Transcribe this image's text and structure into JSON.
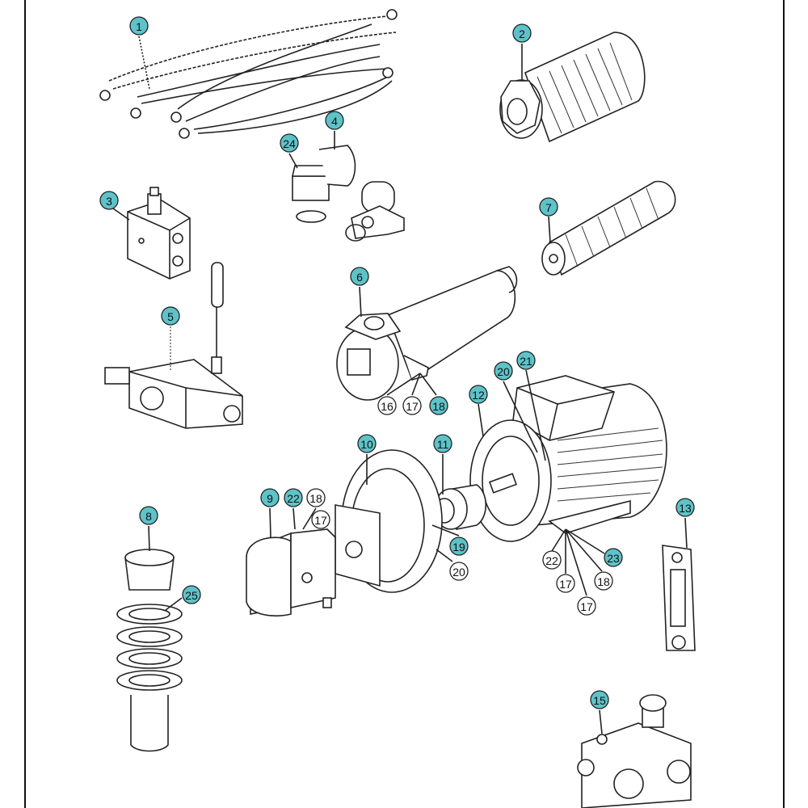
{
  "colors": {
    "callout_teal": "#5ec3c9",
    "callout_white": "#ffffff",
    "line": "#222222"
  },
  "callouts": [
    {
      "label": "1",
      "style": "teal",
      "part": "hose-set"
    },
    {
      "label": "2",
      "style": "teal",
      "part": "filter-element-large"
    },
    {
      "label": "24",
      "style": "teal",
      "part": "solenoid-connector"
    },
    {
      "label": "4",
      "style": "teal",
      "part": "solenoid-coil"
    },
    {
      "label": "3",
      "style": "teal",
      "part": "valve-block"
    },
    {
      "label": "7",
      "style": "teal",
      "part": "filter-element-small"
    },
    {
      "label": "6",
      "style": "teal",
      "part": "filter-housing"
    },
    {
      "label": "5",
      "style": "teal",
      "part": "directional-valve"
    },
    {
      "label": "16",
      "style": "white",
      "part": "screw"
    },
    {
      "label": "17",
      "style": "white",
      "part": "washer"
    },
    {
      "label": "18",
      "style": "teal",
      "part": "nut"
    },
    {
      "label": "20",
      "style": "teal",
      "part": "screw"
    },
    {
      "label": "21",
      "style": "teal",
      "part": "washer"
    },
    {
      "label": "12",
      "style": "teal",
      "part": "electric-motor"
    },
    {
      "label": "10",
      "style": "teal",
      "part": "bell-housing"
    },
    {
      "label": "11",
      "style": "teal",
      "part": "coupling"
    },
    {
      "label": "9",
      "style": "teal",
      "part": "gear-pump"
    },
    {
      "label": "22",
      "style": "teal",
      "part": "screw"
    },
    {
      "label": "18",
      "style": "white",
      "part": "nut"
    },
    {
      "label": "17",
      "style": "white",
      "part": "washer"
    },
    {
      "label": "19",
      "style": "teal",
      "part": "screw"
    },
    {
      "label": "20",
      "style": "white",
      "part": "screw"
    },
    {
      "label": "22",
      "style": "white",
      "part": "screw"
    },
    {
      "label": "23",
      "style": "teal",
      "part": "bolt"
    },
    {
      "label": "17",
      "style": "white",
      "part": "washer"
    },
    {
      "label": "18",
      "style": "white",
      "part": "nut"
    },
    {
      "label": "17",
      "style": "white",
      "part": "washer"
    },
    {
      "label": "8",
      "style": "teal",
      "part": "filler-cap"
    },
    {
      "label": "25",
      "style": "teal",
      "part": "gasket-set"
    },
    {
      "label": "13",
      "style": "teal",
      "part": "level-gauge"
    },
    {
      "label": "15",
      "style": "teal",
      "part": "flow-divider-valve"
    }
  ]
}
